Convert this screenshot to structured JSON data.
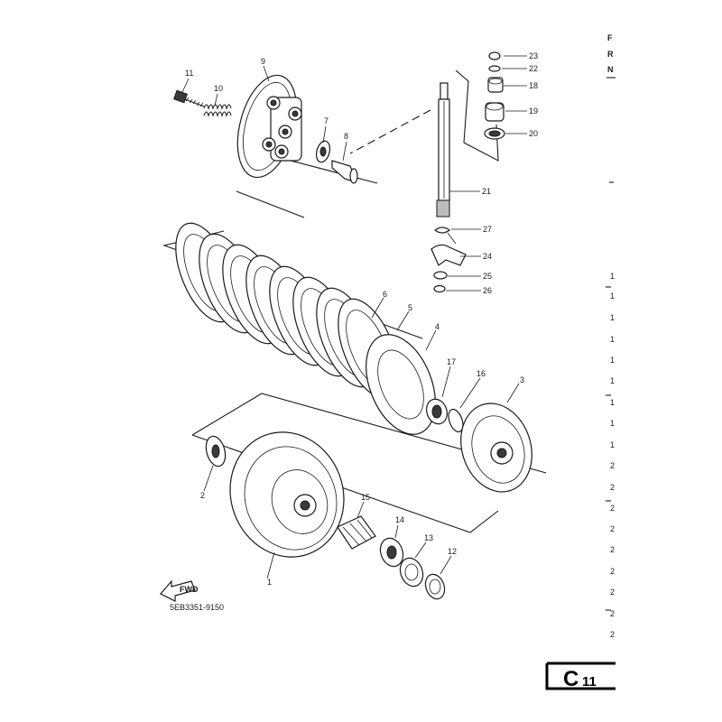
{
  "diagram": {
    "part_code": "5EB3351-9150",
    "fwd_label": "FWD",
    "page_tag_letter": "C",
    "page_tag_number": "11",
    "callouts": [
      "1",
      "2",
      "3",
      "4",
      "5",
      "6",
      "7",
      "8",
      "9",
      "10",
      "11",
      "12",
      "13",
      "14",
      "15",
      "16",
      "17",
      "18",
      "19",
      "20",
      "21",
      "22",
      "23",
      "24",
      "25",
      "26",
      "27"
    ],
    "edge_header": [
      "F",
      "R",
      "N"
    ],
    "edge_column": [
      "1",
      "1",
      "1",
      "1",
      "1",
      "1",
      "1",
      "1",
      "1",
      "2",
      "2",
      "2",
      "2",
      "2",
      "2",
      "2",
      "2",
      "2"
    ]
  }
}
